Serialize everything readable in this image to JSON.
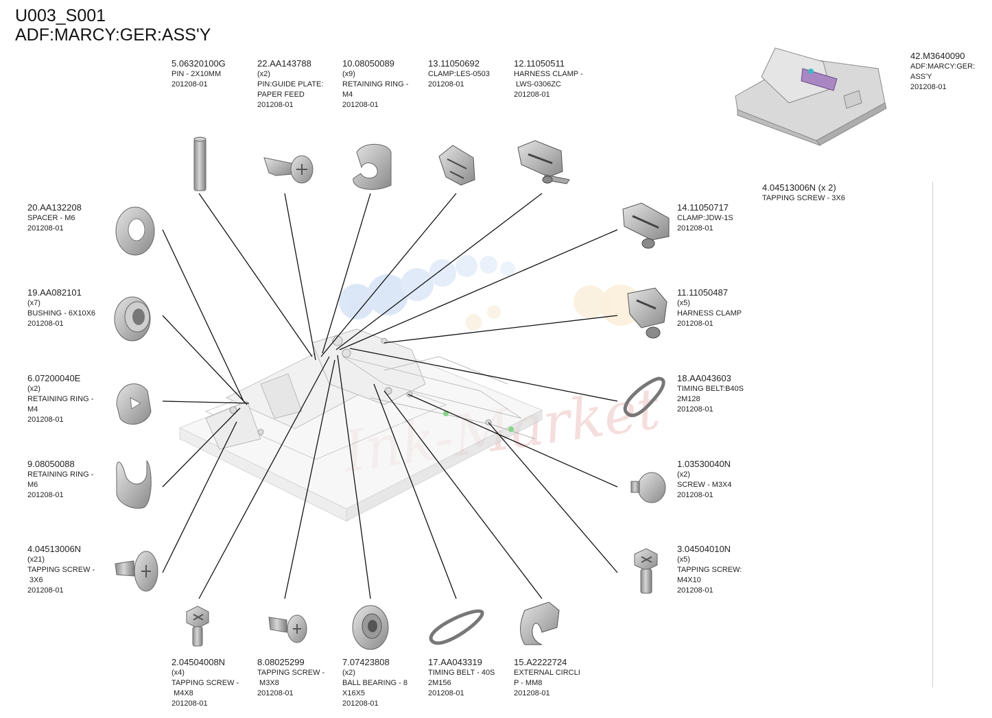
{
  "header": {
    "page_id": "U003_S001",
    "title": "ADF:MARCY:GER:ASS'Y"
  },
  "assembly": {
    "part_no": "42.M3640090",
    "lines": [
      "ADF:MARCY:GER:",
      "ASS'Y",
      "201208-01"
    ]
  },
  "note": {
    "part_no": "4.04513006N (x 2)",
    "description": "TAPPING SCREW - 3X6"
  },
  "watermark": "Ink-Market",
  "parts": [
    {
      "id": "p5",
      "part_no": "5.06320100G",
      "lines": [
        "PIN - 2X10MM",
        "201208-01"
      ]
    },
    {
      "id": "p22",
      "part_no": "22.AA143788",
      "lines": [
        "(x2)",
        "PIN:GUIDE PLATE:",
        "PAPER FEED",
        "201208-01"
      ]
    },
    {
      "id": "p10",
      "part_no": "10.08050089",
      "lines": [
        "(x9)",
        "RETAINING RING -",
        "M4",
        "201208-01"
      ]
    },
    {
      "id": "p13",
      "part_no": "13.11050692",
      "lines": [
        "CLAMP:LES-0503",
        "201208-01"
      ]
    },
    {
      "id": "p12",
      "part_no": "12.11050511",
      "lines": [
        "HARNESS CLAMP -",
        " LWS-0306ZC",
        "201208-01"
      ]
    },
    {
      "id": "p20",
      "part_no": "20.AA132208",
      "lines": [
        "SPACER - M6",
        "201208-01"
      ]
    },
    {
      "id": "p19",
      "part_no": "19.AA082101",
      "lines": [
        "(x7)",
        "BUSHING - 6X10X6",
        "201208-01"
      ]
    },
    {
      "id": "p6",
      "part_no": "6.07200040E",
      "lines": [
        "(x2)",
        "RETAINING RING -",
        "M4",
        "201208-01"
      ]
    },
    {
      "id": "p9",
      "part_no": "9.08050088",
      "lines": [
        "RETAINING RING -",
        "M6",
        "201208-01"
      ]
    },
    {
      "id": "p4",
      "part_no": "4.04513006N",
      "lines": [
        "(x21)",
        "TAPPING SCREW -",
        " 3X6",
        "201208-01"
      ]
    },
    {
      "id": "p14",
      "part_no": "14.11050717",
      "lines": [
        "CLAMP:JDW-1S",
        "201208-01"
      ]
    },
    {
      "id": "p11",
      "part_no": "11.11050487",
      "lines": [
        "(x5)",
        "HARNESS CLAMP",
        "201208-01"
      ]
    },
    {
      "id": "p18",
      "part_no": "18.AA043603",
      "lines": [
        "TIMING BELT:B40S",
        "2M128",
        "201208-01"
      ]
    },
    {
      "id": "p1",
      "part_no": "1.03530040N",
      "lines": [
        "(x2)",
        "SCREW - M3X4",
        "201208-01"
      ]
    },
    {
      "id": "p3",
      "part_no": "3.04504010N",
      "lines": [
        "(x5)",
        "TAPPING SCREW:",
        "M4X10",
        "201208-01"
      ]
    },
    {
      "id": "p2",
      "part_no": "2.04504008N",
      "lines": [
        "(x4)",
        "TAPPING SCREW -",
        " M4X8",
        "201208-01"
      ]
    },
    {
      "id": "p8",
      "part_no": "8.08025299",
      "lines": [
        "TAPPING SCREW -",
        " M3X8",
        "201208-01"
      ]
    },
    {
      "id": "p7",
      "part_no": "7.07423808",
      "lines": [
        "(x2)",
        "BALL BEARING - 8",
        "X16X5",
        "201208-01"
      ]
    },
    {
      "id": "p17",
      "part_no": "17.AA043319",
      "lines": [
        "TIMING BELT - 40S",
        "2M156",
        "201208-01"
      ]
    },
    {
      "id": "p15",
      "part_no": "15.A2222724",
      "lines": [
        "EXTERNAL CIRCLI",
        "P - MM8",
        "201208-01"
      ]
    }
  ]
}
